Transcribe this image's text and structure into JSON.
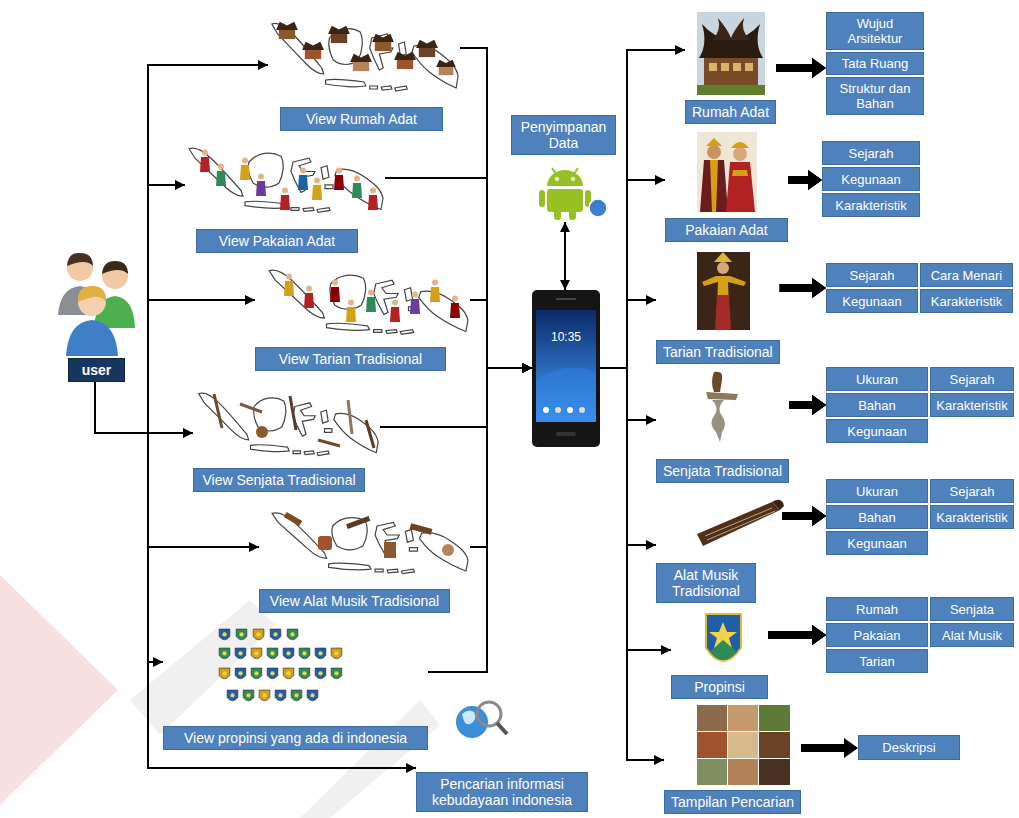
{
  "diagram": {
    "nodes": [
      {
        "text": [
          "user"
        ]
      },
      {
        "text": [
          "View Rumah Adat"
        ]
      },
      {
        "text": [
          "View Pakaian Adat"
        ]
      },
      {
        "text": [
          "View Tarian Tradisional"
        ]
      },
      {
        "text": [
          "View Senjata Tradisional"
        ]
      },
      {
        "text": [
          "View Alat Musik Tradisional"
        ]
      },
      {
        "text": [
          "View propinsi yang ada di indonesia"
        ]
      },
      {
        "text": [
          "Pencarian informasi kebudayaan indonesia"
        ]
      },
      {
        "text": [
          "Penyimpanan Data"
        ]
      },
      {
        "text": [
          "10:35"
        ]
      },
      {
        "text": [
          "Rumah Adat"
        ]
      },
      {
        "text": [
          "Wujud Arsitektur"
        ]
      },
      {
        "text": [
          "Tata Ruang"
        ]
      },
      {
        "text": [
          "Struktur dan Bahan"
        ]
      },
      {
        "text": [
          "Pakaian Adat"
        ]
      },
      {
        "text": [
          "Sejarah"
        ]
      },
      {
        "text": [
          "Kegunaan"
        ]
      },
      {
        "text": [
          "Karakteristik"
        ]
      },
      {
        "text": [
          "Tarian Tradisional"
        ]
      },
      {
        "text": [
          "Sejarah"
        ]
      },
      {
        "text": [
          "Cara Menari"
        ]
      },
      {
        "text": [
          "Kegunaan"
        ]
      },
      {
        "text": [
          "Karakteristik"
        ]
      },
      {
        "text": [
          "Senjata Tradisional"
        ]
      },
      {
        "text": [
          "Ukuran"
        ]
      },
      {
        "text": [
          "Sejarah"
        ]
      },
      {
        "text": [
          "Bahan"
        ]
      },
      {
        "text": [
          "Karakteristik"
        ]
      },
      {
        "text": [
          "Kegunaan"
        ]
      },
      {
        "text": [
          "Alat Musik Tradisional"
        ]
      },
      {
        "text": [
          "Ukuran"
        ]
      },
      {
        "text": [
          "Sejarah"
        ]
      },
      {
        "text": [
          "Bahan"
        ]
      },
      {
        "text": [
          "Karakteristik"
        ]
      },
      {
        "text": [
          "Kegunaan"
        ]
      },
      {
        "text": [
          "Propinsi"
        ]
      },
      {
        "text": [
          "Rumah"
        ]
      },
      {
        "text": [
          "Senjata"
        ]
      },
      {
        "text": [
          "Pakaian"
        ]
      },
      {
        "text": [
          "Alat Musik"
        ]
      },
      {
        "text": [
          "Tarian"
        ]
      },
      {
        "text": [
          "Tampilan Pencarian"
        ]
      },
      {
        "text": [
          "Deskripsi"
        ]
      }
    ],
    "edges": [
      {
        "from": 0,
        "to": 1,
        "arrow": "to"
      },
      {
        "from": 0,
        "to": 2,
        "arrow": "to"
      },
      {
        "from": 0,
        "to": 3,
        "arrow": "to"
      },
      {
        "from": 0,
        "to": 4,
        "arrow": "to"
      },
      {
        "from": 0,
        "to": 5,
        "arrow": "to"
      },
      {
        "from": 0,
        "to": 6,
        "arrow": "to"
      },
      {
        "from": 0,
        "to": 7,
        "arrow": "to"
      },
      {
        "from": 1,
        "to": 9,
        "arrow": "to"
      },
      {
        "from": 2,
        "to": 9,
        "arrow": "to"
      },
      {
        "from": 3,
        "to": 9,
        "arrow": "to"
      },
      {
        "from": 4,
        "to": 9,
        "arrow": "to"
      },
      {
        "from": 5,
        "to": 9,
        "arrow": "to"
      },
      {
        "from": 6,
        "to": 9,
        "arrow": "to"
      },
      {
        "from": 8,
        "to": 9,
        "arrow": "both"
      },
      {
        "from": 9,
        "to": 10,
        "arrow": "to"
      },
      {
        "from": 9,
        "to": 14,
        "arrow": "to"
      },
      {
        "from": 9,
        "to": 18,
        "arrow": "to"
      },
      {
        "from": 9,
        "to": 23,
        "arrow": "to"
      },
      {
        "from": 9,
        "to": 29,
        "arrow": "to"
      },
      {
        "from": 9,
        "to": 35,
        "arrow": "to"
      },
      {
        "from": 9,
        "to": 41,
        "arrow": "to"
      },
      {
        "from": 10,
        "to": 11,
        "arrow": "to"
      },
      {
        "from": 10,
        "to": 12,
        "arrow": "to"
      },
      {
        "from": 10,
        "to": 13,
        "arrow": "to"
      },
      {
        "from": 14,
        "to": 15,
        "arrow": "to"
      },
      {
        "from": 14,
        "to": 16,
        "arrow": "to"
      },
      {
        "from": 14,
        "to": 17,
        "arrow": "to"
      },
      {
        "from": 18,
        "to": 19,
        "arrow": "to"
      },
      {
        "from": 18,
        "to": 20,
        "arrow": "to"
      },
      {
        "from": 18,
        "to": 21,
        "arrow": "to"
      },
      {
        "from": 18,
        "to": 22,
        "arrow": "to"
      },
      {
        "from": 23,
        "to": 24,
        "arrow": "to"
      },
      {
        "from": 23,
        "to": 25,
        "arrow": "to"
      },
      {
        "from": 23,
        "to": 26,
        "arrow": "to"
      },
      {
        "from": 23,
        "to": 27,
        "arrow": "to"
      },
      {
        "from": 23,
        "to": 28,
        "arrow": "to"
      },
      {
        "from": 29,
        "to": 30,
        "arrow": "to"
      },
      {
        "from": 29,
        "to": 31,
        "arrow": "to"
      },
      {
        "from": 29,
        "to": 32,
        "arrow": "to"
      },
      {
        "from": 29,
        "to": 33,
        "arrow": "to"
      },
      {
        "from": 29,
        "to": 34,
        "arrow": "to"
      },
      {
        "from": 35,
        "to": 36,
        "arrow": "to"
      },
      {
        "from": 35,
        "to": 37,
        "arrow": "to"
      },
      {
        "from": 35,
        "to": 38,
        "arrow": "to"
      },
      {
        "from": 35,
        "to": 39,
        "arrow": "to"
      },
      {
        "from": 35,
        "to": 40,
        "arrow": "to"
      },
      {
        "from": 41,
        "to": 42,
        "arrow": "to"
      }
    ]
  }
}
